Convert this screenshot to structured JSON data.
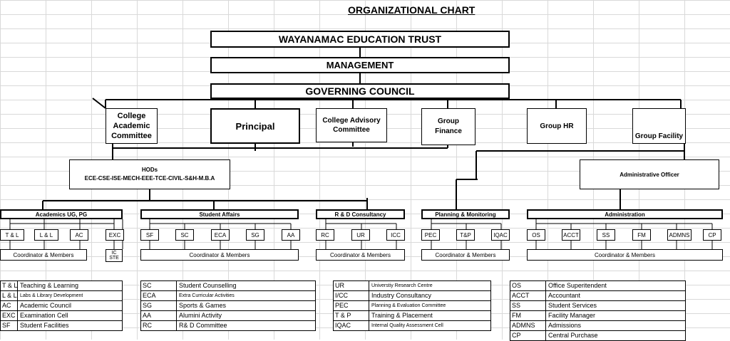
{
  "title": "ORGANIZATIONAL CHART",
  "top": {
    "trust": "WAYANAMAC EDUCATION TRUST",
    "management": "MANAGEMENT",
    "council": "GOVERNING COUNCIL"
  },
  "level2": {
    "academic": [
      "College",
      "Academic",
      "Committee"
    ],
    "principal": "Principal",
    "advisory": [
      "College Advisory",
      "Committee"
    ],
    "finance": [
      "Group",
      "Finance"
    ],
    "hr": "Group HR",
    "facility": "Group Facility"
  },
  "hods": {
    "title": "HODs",
    "depts": "ECE-CSE-ISE-MECH-EEE-TCE-CIVIL-S&H-M.B.A"
  },
  "admin_officer": "Administrative Officer",
  "groups": [
    {
      "name": "Academics UG, PG",
      "items": [
        "T & L",
        "L & L",
        "AC",
        "EXC"
      ]
    },
    {
      "name": "Student Affairs",
      "items": [
        "SF",
        "SC",
        "ECA",
        "SG",
        "AA"
      ]
    },
    {
      "name": "R & D Consultancy",
      "items": [
        "RC",
        "UR",
        "ICC"
      ]
    },
    {
      "name": "Planning & Monitoring",
      "items": [
        "PEC",
        "T&P",
        "IQAC"
      ]
    },
    {
      "name": "Administration",
      "items": [
        "OS",
        "ACCT",
        "SS",
        "FM",
        "ADMNS",
        "CP"
      ]
    }
  ],
  "coordinator": "Coordinator & Members",
  "cut_box": "IC STE",
  "legend": [
    [
      [
        "T & L",
        "Teaching & Learning"
      ],
      [
        "L & L",
        "Labs & Library Development"
      ],
      [
        "AC",
        "Academic Council"
      ],
      [
        "EXC",
        "Examination Cell"
      ],
      [
        "SF",
        "Student Facilities"
      ]
    ],
    [
      [
        "SC",
        "Student Counselling"
      ],
      [
        "ECA",
        "Extra Curricular Activities"
      ],
      [
        "SG",
        "Sports & Games"
      ],
      [
        "AA",
        "Alumini Activity"
      ],
      [
        "RC",
        "R& D Committee"
      ]
    ],
    [
      [
        "UR",
        "Universtiy Research Centre"
      ],
      [
        "I/CC",
        "Industry Consultancy"
      ],
      [
        "PEC",
        "Planning & Evaluation Committee"
      ],
      [
        "T & P",
        "Training & Placement"
      ],
      [
        "IQAC",
        "Internal Quality Assessment Cell"
      ]
    ],
    [
      [
        "OS",
        "Office Superitendent"
      ],
      [
        "ACCT",
        "Accountant"
      ],
      [
        "SS",
        "Student Services"
      ],
      [
        "FM",
        "Facility Manager"
      ],
      [
        "ADMNS",
        "Admissions"
      ],
      [
        "CP",
        "Central Purchase"
      ]
    ]
  ]
}
